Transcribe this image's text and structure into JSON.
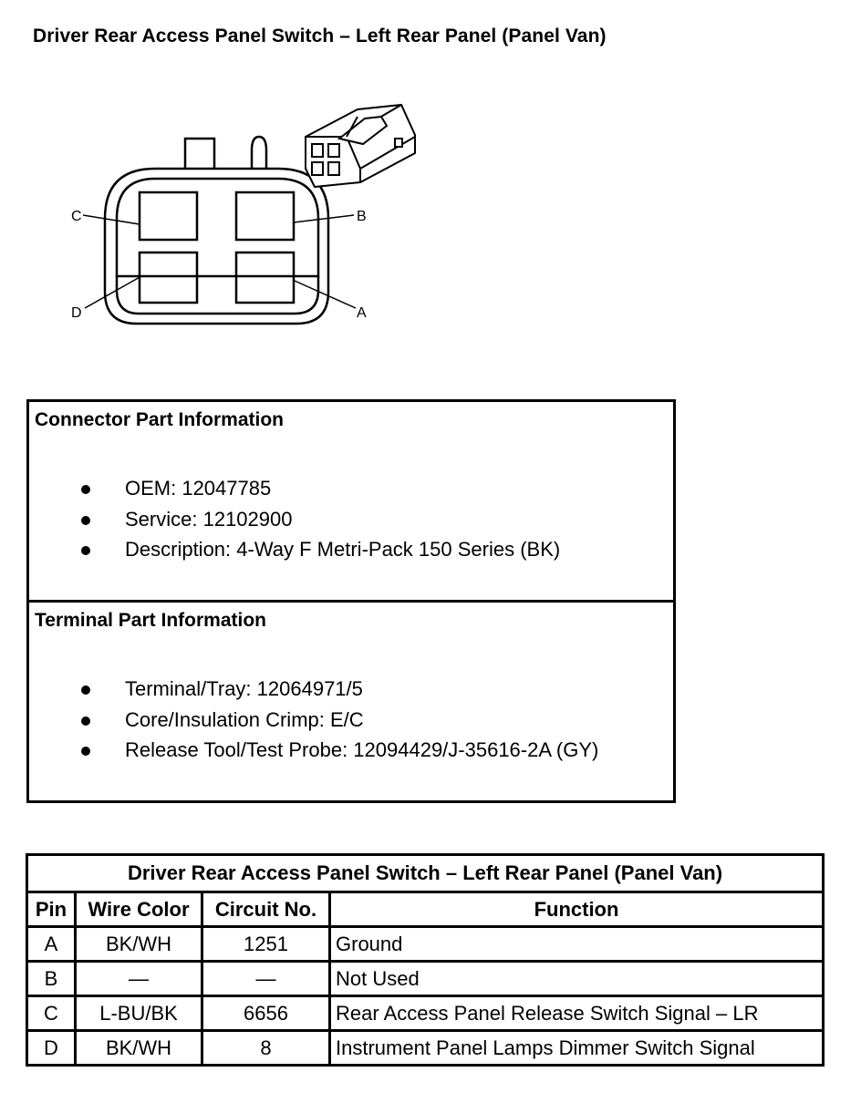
{
  "page": {
    "title": "Driver Rear Access Panel Switch – Left Rear Panel (Panel Van)"
  },
  "connector_diagram": {
    "pin_labels": [
      "A",
      "B",
      "C",
      "D"
    ]
  },
  "connector_info": {
    "heading": "Connector Part Information",
    "items": [
      "OEM: 12047785",
      "Service: 12102900",
      "Description: 4-Way F Metri-Pack 150 Series (BK)"
    ]
  },
  "terminal_info": {
    "heading": "Terminal Part Information",
    "items": [
      "Terminal/Tray: 12064971/5",
      "Core/Insulation Crimp: E/C",
      "Release Tool/Test Probe: 12094429/J-35616-2A (GY)"
    ]
  },
  "pin_table": {
    "title": "Driver Rear Access Panel Switch – Left Rear Panel (Panel Van)",
    "headers": [
      "Pin",
      "Wire Color",
      "Circuit No.",
      "Function"
    ],
    "rows": [
      [
        "A",
        "BK/WH",
        "1251",
        "Ground"
      ],
      [
        "B",
        "—",
        "—",
        "Not Used"
      ],
      [
        "C",
        "L-BU/BK",
        "6656",
        "Rear Access Panel Release Switch Signal – LR"
      ],
      [
        "D",
        "BK/WH",
        "8",
        "Instrument Panel Lamps Dimmer Switch Signal"
      ]
    ]
  }
}
